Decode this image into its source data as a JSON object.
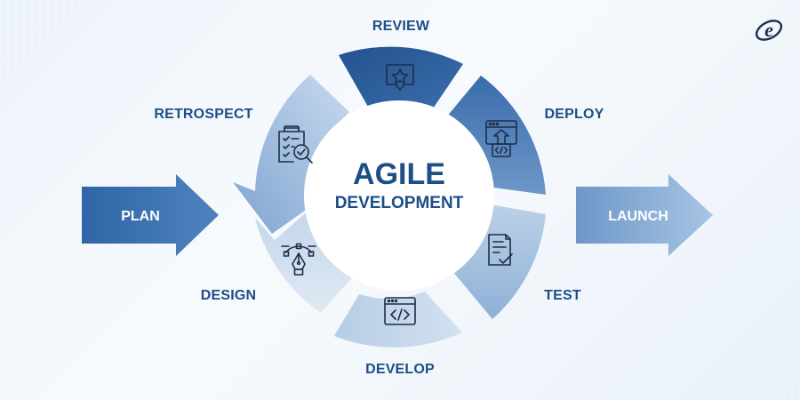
{
  "center": {
    "title": "AGILE",
    "subtitle": "DEVELOPMENT"
  },
  "left_arrow": {
    "label": "PLAN"
  },
  "right_arrow": {
    "label": "LAUNCH"
  },
  "stages": [
    {
      "key": "review",
      "label": "REVIEW",
      "icon": "star-badge-icon",
      "color": "#2c5f9e"
    },
    {
      "key": "deploy",
      "label": "DEPLOY",
      "icon": "upload-code-icon",
      "color": "#4676b2"
    },
    {
      "key": "test",
      "label": "TEST",
      "icon": "checklist-icon",
      "color": "#a9c3e0"
    },
    {
      "key": "develop",
      "label": "DEVELOP",
      "icon": "code-window-icon",
      "color": "#c2d5ea"
    },
    {
      "key": "design",
      "label": "DESIGN",
      "icon": "pen-tool-icon",
      "color": "#d6e3f1"
    },
    {
      "key": "retrospect",
      "label": "RETROSPECT",
      "icon": "clipboard-search-icon",
      "color": "#9fbcdd"
    }
  ],
  "logo": {
    "text": "e"
  }
}
